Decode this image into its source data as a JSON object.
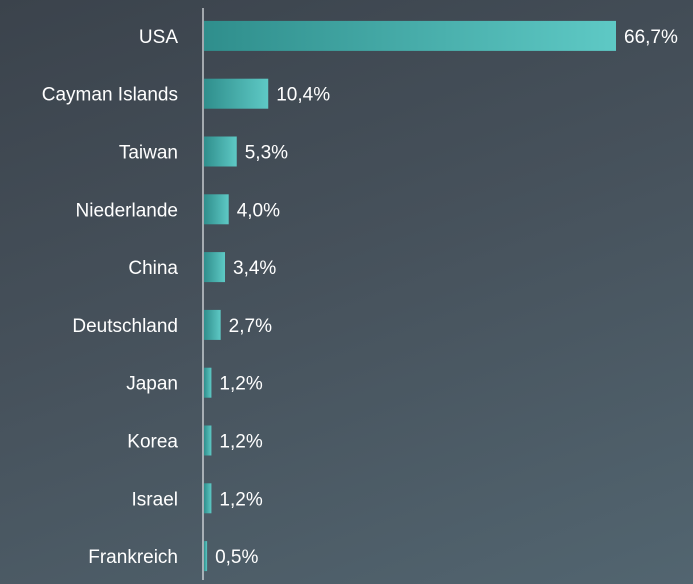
{
  "chart_data": {
    "type": "bar",
    "orientation": "horizontal",
    "categories": [
      "USA",
      "Cayman Islands",
      "Taiwan",
      "Niederlande",
      "China",
      "Deutschland",
      "Japan",
      "Korea",
      "Israel",
      "Frankreich"
    ],
    "values": [
      66.7,
      10.4,
      5.3,
      4.0,
      3.4,
      2.7,
      1.2,
      1.2,
      1.2,
      0.5
    ],
    "value_labels": [
      "66,7%",
      "10,4%",
      "5,3%",
      "4,0%",
      "3,4%",
      "2,7%",
      "1,2%",
      "1,2%",
      "1,2%",
      "0,5%"
    ],
    "xlim": [
      0,
      70
    ],
    "grid": false,
    "legend": "none",
    "colors": {
      "bar_start": "#2f8e8c",
      "bar_end": "#5ec9c5",
      "axis_line": "#e6e9ec",
      "text": "#ffffff"
    }
  }
}
